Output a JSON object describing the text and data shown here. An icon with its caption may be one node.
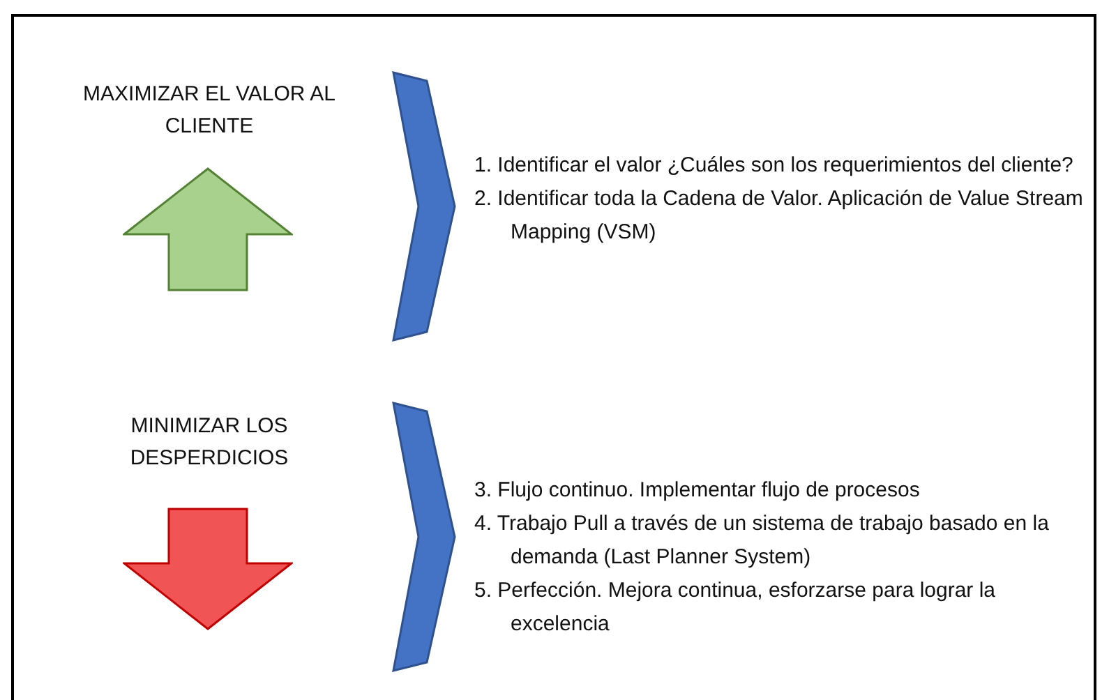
{
  "diagram": {
    "nodes": [
      {
        "text": [
          "MAXIMIZAR EL VALOR AL CLIENTE"
        ]
      },
      {
        "text": [
          "MINIMIZAR LOS DESPERDICIOS"
        ]
      },
      {
        "text": [],
        "shape": "chevron"
      },
      {
        "text": [],
        "shape": "chevron"
      }
    ],
    "labels": [
      "1. Identificar el valor ¿Cuáles son los requerimientos del cliente?",
      "2. Identificar toda la Cadena de Valor. Aplicación de Value Stream Mapping (VSM)",
      "3. Flujo continuo. Implementar flujo de procesos",
      "4. Trabajo Pull a través de un sistema de trabajo basado en la demanda (Last Planner System)",
      "5. Perfección. Mejora continua, esforzarse para lograr la excelencia"
    ]
  }
}
